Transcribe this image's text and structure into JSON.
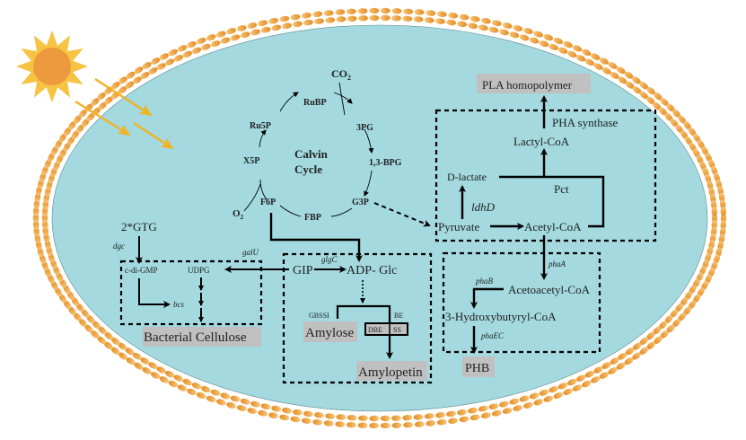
{
  "colors": {
    "cytoplasm": "#a3d9df",
    "membrane": "#eda242",
    "sun_rays": "#f6c343",
    "sun_core": "#ed9a3f",
    "light_arrows": "#f0b323",
    "product_box": "#c0c0c0",
    "line": "#000000"
  },
  "calvin": {
    "title_line1": "Calvin",
    "title_line2": "Cycle",
    "co2": "CO",
    "co2_sub": "2",
    "o2": "O",
    "o2_sub": "2",
    "nodes": {
      "rubp": "RuBP",
      "pg3": "3PG",
      "bpg13": "1,3-BPG",
      "g3p": "G3P",
      "fbp": "FBP",
      "f6p": "F6P",
      "x5p": "X5P",
      "ru5p": "Ru5P"
    }
  },
  "pla": {
    "product": "PLA homopolymer",
    "enzyme_synthase": "PHA synthase",
    "lactyl_coa": "Lactyl-CoA",
    "d_lactate": "D-lactate",
    "pct": "Pct",
    "ldhd": "ldhD",
    "pyruvate": "Pyruvate",
    "acetyl_coa": "Acetyl-CoA"
  },
  "phb": {
    "phaA": "phaA",
    "acetoacetyl_coa": "Acetoacetyl-CoA",
    "phaB": "phaB",
    "hydroxybutyryl_coa": "3-Hydroxybutyryl-CoA",
    "phaEC": "phaEC",
    "product": "PHB"
  },
  "starch": {
    "g1p": "GIP",
    "glgC": "glgC",
    "adp_glc": "ADP- Glc",
    "gbssi": "GBSSI",
    "be": "BE",
    "dbe": "DBE",
    "ss": "SS",
    "amylose": "Amylose",
    "amylopectin": "Amylopetin"
  },
  "cellulose": {
    "gtg": "2*GTG",
    "dgc": "dgc",
    "c_di_gmp": "c-di-GMP",
    "udpg": "UDPG",
    "galU": "galU",
    "bcs": "bcs",
    "product": "Bacterial Cellulose"
  }
}
